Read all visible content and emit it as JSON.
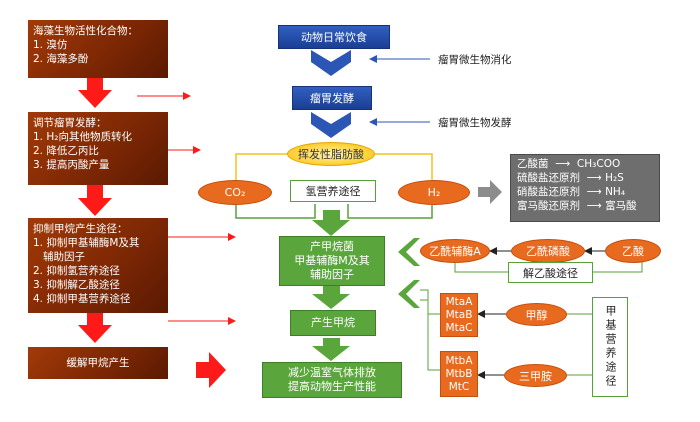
{
  "left": {
    "box1": {
      "title": "海藻生物活性化合物：",
      "items": [
        "1. 溴仿",
        "2. 海藻多酚"
      ]
    },
    "box2": {
      "title": "调节瘤胃发酵：",
      "items": [
        "1. H₂向其他物质转化",
        "2. 降低乙丙比",
        "3. 提高丙酸产量"
      ]
    },
    "box3": {
      "title": "抑制甲烷产生途径：",
      "items": [
        "1. 抑制甲基辅酶M及其",
        "   辅助因子",
        "2. 抑制氢营养途径",
        "3. 抑制解乙酸途径",
        "4. 抑制甲基营养途径"
      ]
    },
    "box4": {
      "title": "缓解甲烷产生"
    }
  },
  "center": {
    "diet": "动物日常饮食",
    "digestion_note": "瘤胃微生物消化",
    "fermentation": "瘤胃发酵",
    "fermentation_note": "瘤胃微生物发酵",
    "vfa": "挥发性脂肪酸",
    "co2": "CO₂",
    "h2": "H₂",
    "hydrogen_path": "氢营养途径",
    "methanogen": [
      "产甲烷菌",
      "甲基辅酶M及其",
      "辅助因子"
    ],
    "methane": "产生甲烷",
    "outcome": [
      "减少温室气体排放",
      "提高动物生产性能"
    ]
  },
  "gray_box": [
    {
      "left": "乙酸菌",
      "right": "CH₃COO"
    },
    {
      "left": "硫酸盐还原剂",
      "right": "H₂S"
    },
    {
      "left": "硝酸盐还原剂",
      "right": "NH₄"
    },
    {
      "left": "富马酸还原剂",
      "right": "富马酸"
    }
  ],
  "acetate": {
    "acetyl_coa": "乙酰辅酶A",
    "acetyl_phosphate": "乙酰磷酸",
    "acetic_acid": "乙酸",
    "path": "解乙酸途径"
  },
  "methyl": {
    "mta": [
      "MtaA",
      "MtaB",
      "MtaC"
    ],
    "mtb": [
      "MtbA",
      "MtbB",
      "MtC"
    ],
    "methanol": "甲醇",
    "trimethylamine": "三甲胺",
    "path": "甲基营养途径"
  },
  "colors": {
    "left_box": "#7a2604",
    "red_arrow": "#ff1a1a",
    "blue_box": "#1f4aa8",
    "green_box": "#5aa53c",
    "orange": "#e86a1f",
    "vfa_fill": "#ffd23f",
    "gray_box": "#6e6e6e"
  }
}
